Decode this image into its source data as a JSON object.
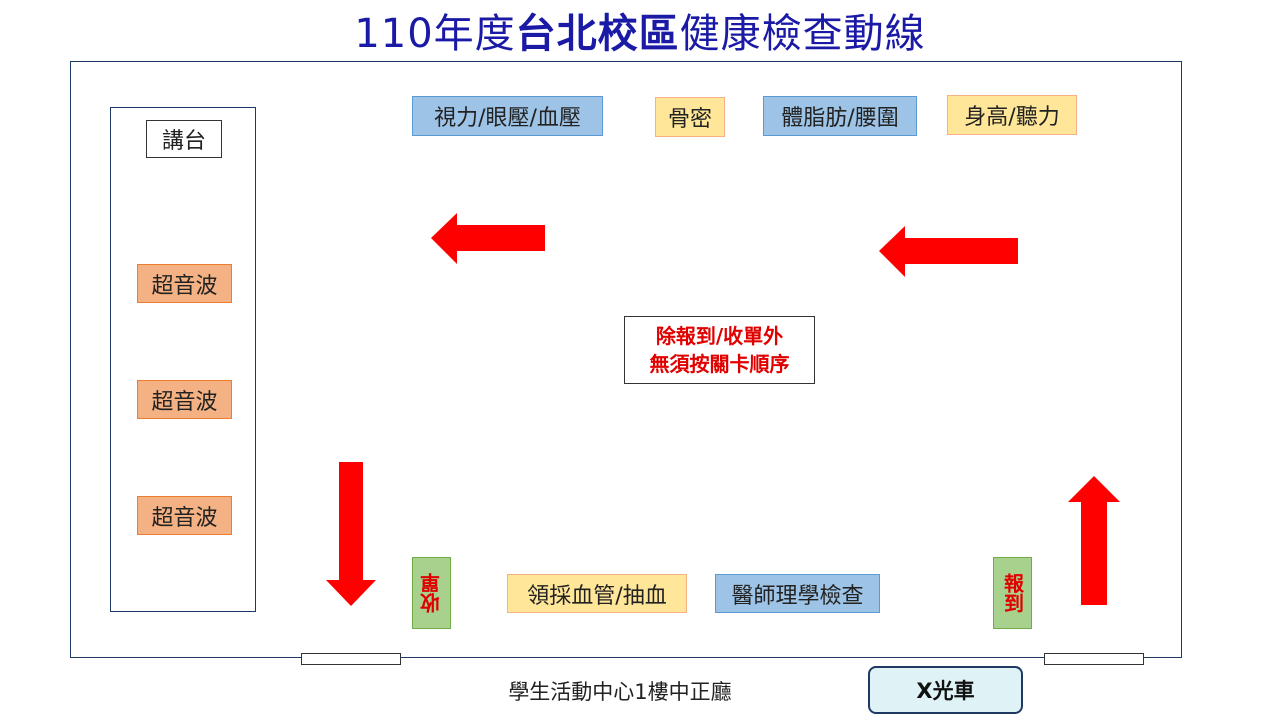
{
  "title": {
    "prefix": "110年度",
    "campus": "台北校區",
    "suffix": "健康檢查動線"
  },
  "stage_area": {
    "podium": "講台",
    "ultrasound_stations": [
      "超音波",
      "超音波",
      "超音波"
    ]
  },
  "top_stations": [
    "視力/眼壓/血壓",
    "骨密",
    "體脂肪/腰圍",
    "身高/聽力"
  ],
  "bottom_stations": {
    "collect": "收單",
    "blood": "領採血管/抽血",
    "physician": "醫師理學檢查",
    "checkin": "報到"
  },
  "notice": {
    "line1": "除報到/收單外",
    "line2": "無須按關卡順序"
  },
  "footer": {
    "location": "學生活動中心1樓中正廳",
    "xray": "X光車"
  },
  "colors": {
    "arrow": "#ff0000",
    "title": "#1a1aa6"
  }
}
